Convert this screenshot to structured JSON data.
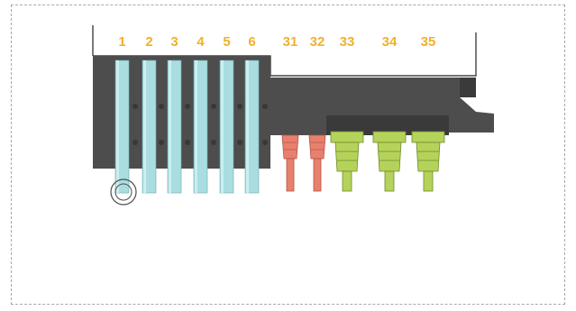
{
  "diagram": {
    "colors": {
      "label": "#F2B02A",
      "body": "#4D4D4D",
      "outline": "#222222",
      "blade": "#A9DDE0",
      "red_pin": "#E88070",
      "green_pin": "#B5D35A",
      "frame": "#A9A9A9"
    },
    "blade_pins": [
      {
        "label": "1"
      },
      {
        "label": "2"
      },
      {
        "label": "3"
      },
      {
        "label": "4"
      },
      {
        "label": "5"
      },
      {
        "label": "6"
      }
    ],
    "red_pins": [
      {
        "label": "31"
      },
      {
        "label": "32"
      }
    ],
    "green_pins": [
      {
        "label": "33"
      },
      {
        "label": "34"
      },
      {
        "label": "35"
      }
    ]
  }
}
